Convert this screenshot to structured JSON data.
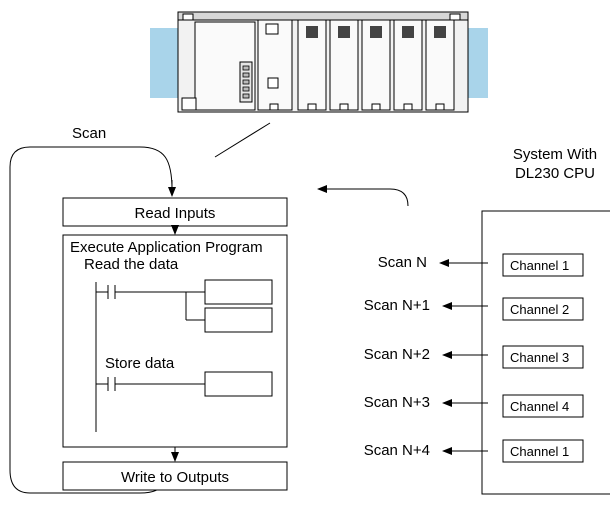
{
  "scan_label": "Scan",
  "system_label": [
    "System With",
    "DL230 CPU"
  ],
  "read_inputs": "Read Inputs",
  "execute_title": "Execute Application Program",
  "read_data": "Read the data",
  "store_data": "Store data",
  "write_outputs": "Write to Outputs",
  "scans": [
    "Scan N",
    "Scan N+1",
    "Scan N+2",
    "Scan N+3",
    "Scan N+4"
  ],
  "channels": [
    "Channel 1",
    "Channel 2",
    "Channel 3",
    "Channel 4",
    "Channel 1"
  ]
}
